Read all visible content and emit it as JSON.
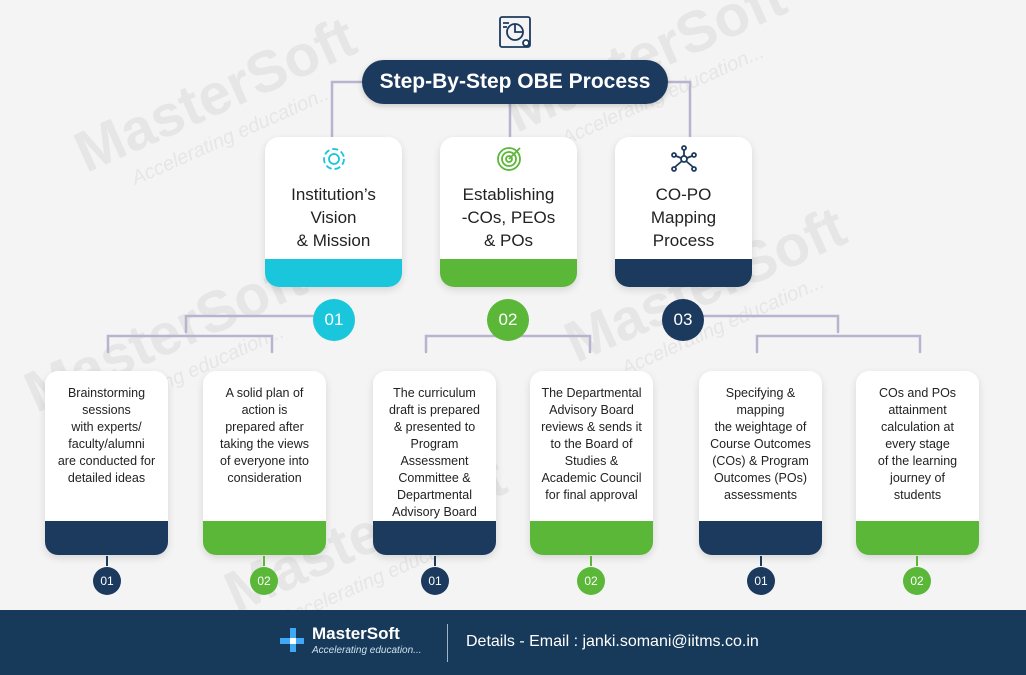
{
  "colors": {
    "navy": "#1c3a5e",
    "green": "#5ab738",
    "cyan": "#19c6dc",
    "line": "#b8b4cf",
    "footer": "#173a5a"
  },
  "title": "Step-By-Step OBE Process",
  "top_icon": "analytics-icon",
  "steps": [
    {
      "icon": "gear-cycle-icon",
      "label": "Institution’s\nVision\n& Mission",
      "number": "01",
      "color": "cyan",
      "substeps": [
        {
          "text": "Brainstorming\nsessions\nwith experts/\nfaculty/alumni\nare conducted for\ndetailed ideas",
          "number": "01",
          "color": "navy"
        },
        {
          "text": "A solid plan of\naction is\nprepared after\ntaking the views\nof everyone into\nconsideration",
          "number": "02",
          "color": "green"
        }
      ]
    },
    {
      "icon": "target-icon",
      "label": "Establishing\n-COs, PEOs\n& POs",
      "number": "02",
      "color": "green",
      "substeps": [
        {
          "text": "The curriculum\ndraft is prepared\n& presented to\nProgram\nAssessment\nCommittee &\nDepartmental\nAdvisory Board",
          "number": "01",
          "color": "navy"
        },
        {
          "text": "The Departmental\nAdvisory Board\nreviews & sends it\nto the Board of\nStudies &\nAcademic Council\nfor final approval",
          "number": "02",
          "color": "green"
        }
      ]
    },
    {
      "icon": "network-icon",
      "label": "CO-PO\nMapping\nProcess",
      "number": "03",
      "color": "navy",
      "substeps": [
        {
          "text": "Specifying &\nmapping\nthe weightage of\nCourse Outcomes\n(COs) & Program\nOutcomes (POs)\nassessments",
          "number": "01",
          "color": "navy"
        },
        {
          "text": "COs and POs\nattainment\ncalculation at\nevery stage\nof the learning\njourney of\nstudents",
          "number": "02",
          "color": "green"
        }
      ]
    }
  ],
  "watermark": {
    "brand": "MasterSoft",
    "tagline": "Accelerating education..."
  },
  "footer": {
    "brand": "MasterSoft",
    "tagline": "Accelerating education...",
    "contact": "Details - Email : janki.somani@iitms.co.in"
  }
}
